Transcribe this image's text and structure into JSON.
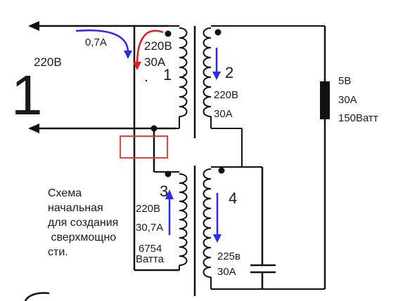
{
  "left_number": "1",
  "input_voltage": "220В",
  "input_current": "0,7А",
  "t1": {
    "number": "1",
    "voltage": "220В",
    "current": "30А"
  },
  "t2": {
    "number": "2",
    "voltage": "220В",
    "current": "30А"
  },
  "t3": {
    "number": "3",
    "voltage": "220В",
    "current": "30,7А",
    "power_line1": "6754",
    "power_line2": "Ватта"
  },
  "t4": {
    "number": "4",
    "voltage": "225в",
    "current": "30А"
  },
  "load": {
    "voltage": "5В",
    "current": "30А",
    "power": "150Ватт"
  },
  "note": "Схема\nначальная\nдля создания\n сверхмощно\nсти.",
  "colors": {
    "wire": "#111111",
    "current_arrow": "#2a2af0",
    "loop_arrow": "#e02020",
    "fuse_box": "#e03030"
  }
}
